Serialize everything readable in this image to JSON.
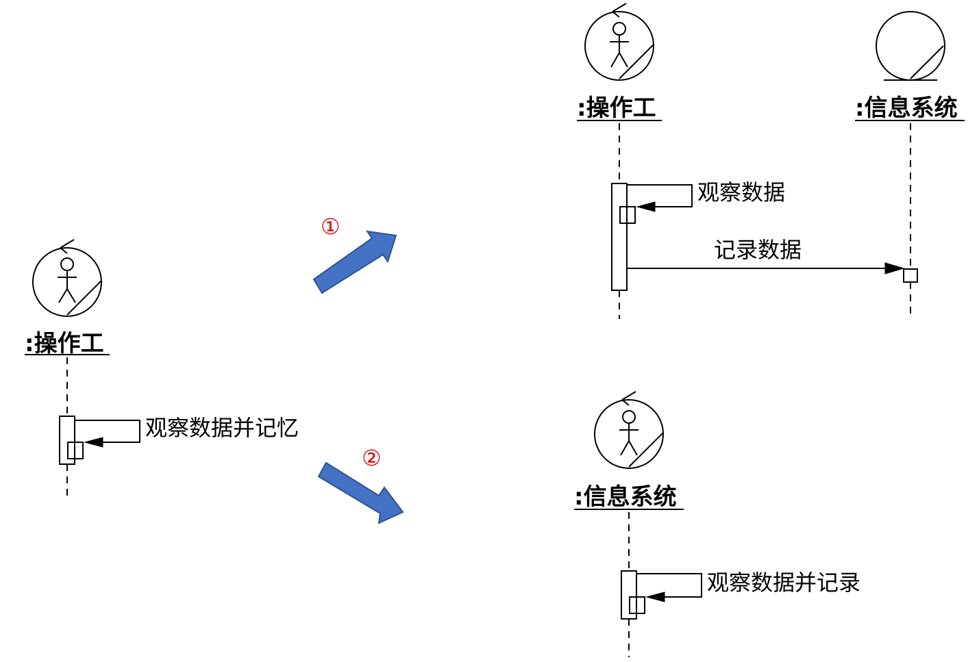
{
  "diagram": {
    "left": {
      "actor_label": ":操作工",
      "message": "观察数据并记忆"
    },
    "transitions": {
      "step1": "①",
      "step2": "②"
    },
    "top_right": {
      "actor_label": ":操作工",
      "system_label": ":信息系统",
      "self_message": "观察数据",
      "call_message": "记录数据"
    },
    "bottom_right": {
      "actor_label": ":信息系统",
      "message": "观察数据并记录"
    },
    "colors": {
      "arrow_fill": "#4472c4",
      "arrow_stroke": "#2f528f",
      "step_number": "#e00000"
    }
  }
}
